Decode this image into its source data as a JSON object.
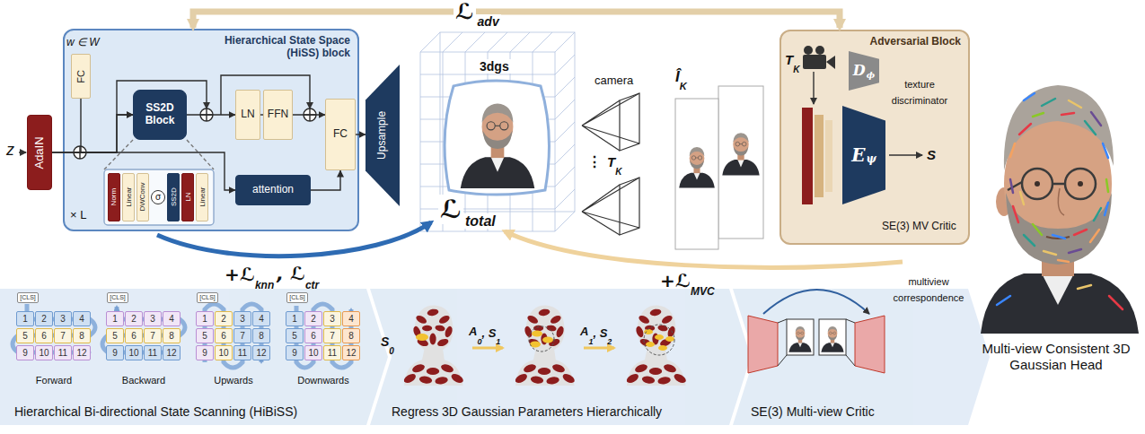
{
  "diagram": {
    "nodes": [
      {
        "text": [
          "AdaIN"
        ]
      },
      {
        "text": [
          "Hierarchical State Space (HiSS) block"
        ]
      },
      {
        "text": [
          "FC"
        ],
        "in": 1
      },
      {
        "text": [
          "SS2D Block"
        ],
        "in": 1
      },
      {
        "text": [
          "LN"
        ],
        "in": 1
      },
      {
        "text": [
          "FFN"
        ],
        "in": 1
      },
      {
        "text": [
          "FC"
        ],
        "in": 1
      },
      {
        "text": [
          "attention"
        ],
        "in": 1
      },
      {
        "text": [
          "Norm"
        ],
        "in": 1
      },
      {
        "text": [
          "Linear"
        ],
        "in": 1
      },
      {
        "text": [
          "DWConv"
        ],
        "in": 1
      },
      {
        "text": [
          "σ"
        ],
        "in": 1
      },
      {
        "text": [
          "SS2D"
        ],
        "in": 1
      },
      {
        "text": [
          "LN"
        ],
        "in": 1
      },
      {
        "text": [
          "Linear"
        ],
        "in": 1
      },
      {
        "text": [
          "Upsample"
        ]
      },
      {
        "text": [
          "Adversarial Block"
        ]
      },
      {
        "text": [
          "D",
          "ϕ"
        ],
        "in": 16
      },
      {
        "text": [
          "E",
          "ψ"
        ],
        "in": 16
      },
      {
        "text": [
          "[CLS]"
        ]
      },
      {
        "text": [
          "1"
        ]
      },
      {
        "text": [
          "2"
        ]
      },
      {
        "text": [
          "3"
        ]
      },
      {
        "text": [
          "4"
        ]
      },
      {
        "text": [
          "5"
        ]
      },
      {
        "text": [
          "6"
        ]
      },
      {
        "text": [
          "7"
        ]
      },
      {
        "text": [
          "8"
        ]
      },
      {
        "text": [
          "9"
        ]
      },
      {
        "text": [
          "10"
        ]
      },
      {
        "text": [
          "11"
        ]
      },
      {
        "text": [
          "12"
        ]
      },
      {
        "text": [
          "[CLS]"
        ]
      },
      {
        "text": [
          "1"
        ]
      },
      {
        "text": [
          "2"
        ]
      },
      {
        "text": [
          "3"
        ]
      },
      {
        "text": [
          "4"
        ]
      },
      {
        "text": [
          "5"
        ]
      },
      {
        "text": [
          "6"
        ]
      },
      {
        "text": [
          "7"
        ]
      },
      {
        "text": [
          "8"
        ]
      },
      {
        "text": [
          "9"
        ]
      },
      {
        "text": [
          "10"
        ]
      },
      {
        "text": [
          "11"
        ]
      },
      {
        "text": [
          "12"
        ]
      },
      {
        "text": [
          "[CLS]"
        ]
      },
      {
        "text": [
          "1"
        ]
      },
      {
        "text": [
          "2"
        ]
      },
      {
        "text": [
          "3"
        ]
      },
      {
        "text": [
          "4"
        ]
      },
      {
        "text": [
          "5"
        ]
      },
      {
        "text": [
          "6"
        ]
      },
      {
        "text": [
          "7"
        ]
      },
      {
        "text": [
          "8"
        ]
      },
      {
        "text": [
          "9"
        ]
      },
      {
        "text": [
          "10"
        ]
      },
      {
        "text": [
          "11"
        ]
      },
      {
        "text": [
          "12"
        ]
      },
      {
        "text": [
          "[CLS]"
        ]
      },
      {
        "text": [
          "1"
        ]
      },
      {
        "text": [
          "2"
        ]
      },
      {
        "text": [
          "3"
        ]
      },
      {
        "text": [
          "4"
        ]
      },
      {
        "text": [
          "5"
        ]
      },
      {
        "text": [
          "6"
        ]
      },
      {
        "text": [
          "7"
        ]
      },
      {
        "text": [
          "8"
        ]
      },
      {
        "text": [
          "9"
        ]
      },
      {
        "text": [
          "10"
        ]
      },
      {
        "text": [
          "11"
        ]
      },
      {
        "text": [
          "12"
        ]
      }
    ],
    "edges": [
      {
        "from": 4,
        "to": 5,
        "arrow": "none"
      },
      {
        "from": 7,
        "to": 6,
        "arrow": "to"
      },
      {
        "from": 6,
        "to": 15,
        "arrow": "to"
      },
      {
        "from": 0,
        "to": 3,
        "arrow": "to"
      },
      {
        "from": 2,
        "to": 3,
        "arrow": "to"
      },
      {
        "from": 0,
        "to": 7,
        "arrow": "to"
      },
      {
        "from": 3,
        "to": 4,
        "arrow": "to"
      },
      {
        "from": 5,
        "to": 6,
        "arrow": "to"
      }
    ],
    "labels": [
      "ℒ",
      "adv",
      "z",
      "w ∈ W",
      "× L",
      "3dgs",
      "camera",
      "⋮",
      "T",
      "K",
      "ℒ",
      "total",
      "+ℒ",
      "knn",
      ", ℒ",
      "ctr",
      "+ℒ",
      "MVC",
      "Î",
      "K",
      "T",
      "K",
      "texture discriminator",
      "S",
      "SE(3) MV Critic",
      "Forward",
      "Backward",
      "Upwards",
      "Downwards",
      "Hierarchical Bi-directional State Scanning (HiBiSS)",
      "S",
      "0",
      "A",
      "0",
      ", S",
      "1",
      "A",
      "1",
      ", S",
      "2",
      "Regress 3D Gaussian Parameters Hierarchically",
      "multiview correspondence",
      "SE(3) Multi-view Critic",
      "Multi-view Consistent 3D Gaussian Head"
    ]
  }
}
